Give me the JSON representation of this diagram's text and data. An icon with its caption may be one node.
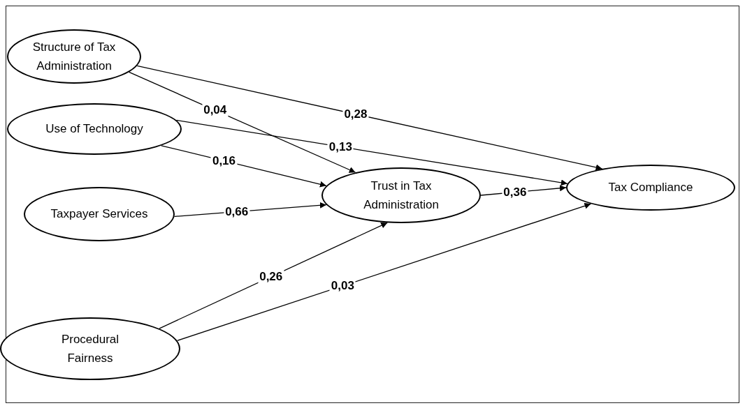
{
  "diagram": {
    "nodes": [
      {
        "text": [
          "Structure of Tax Administration"
        ]
      },
      {
        "text": [
          "Use of Technology"
        ]
      },
      {
        "text": [
          "Taxpayer Services"
        ]
      },
      {
        "text": [
          "Procedural Fairness"
        ]
      },
      {
        "text": [
          "Trust in Tax Administration"
        ]
      },
      {
        "text": [
          "Tax Compliance"
        ]
      }
    ],
    "edges": [
      {
        "from": 0,
        "to": 5,
        "arrow": "to",
        "label": "0,28"
      },
      {
        "from": 0,
        "to": 4,
        "arrow": "to",
        "label": "0,04"
      },
      {
        "from": 1,
        "to": 5,
        "arrow": "to",
        "label": "0,13"
      },
      {
        "from": 1,
        "to": 4,
        "arrow": "to",
        "label": "0,16"
      },
      {
        "from": 2,
        "to": 4,
        "arrow": "to",
        "label": "0,66"
      },
      {
        "from": 3,
        "to": 4,
        "arrow": "to",
        "label": "0,26"
      },
      {
        "from": 3,
        "to": 5,
        "arrow": "to",
        "label": "0,03"
      },
      {
        "from": 4,
        "to": 5,
        "arrow": "to",
        "label": "0,36"
      }
    ]
  }
}
